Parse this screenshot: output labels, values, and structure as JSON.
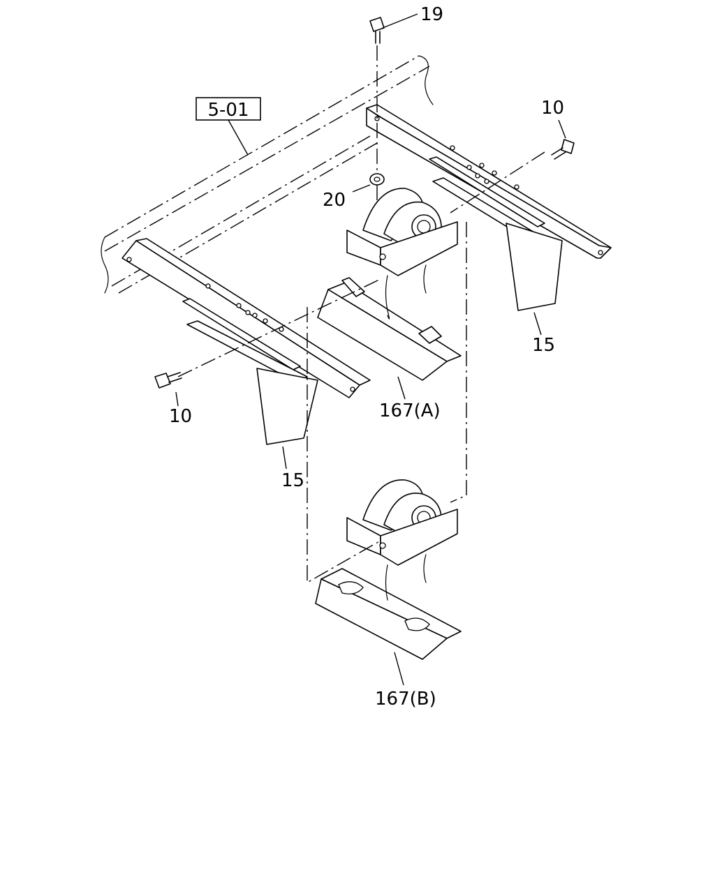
{
  "reference_box": {
    "label": "5-01"
  },
  "callouts": {
    "bolt_top": "19",
    "bolt_right": "10",
    "nut": "20",
    "bolt_left": "10",
    "bracket_right": "15",
    "bracket_left": "15",
    "tire_carrier_a": "167(A)",
    "tire_carrier_b": "167(B)"
  }
}
